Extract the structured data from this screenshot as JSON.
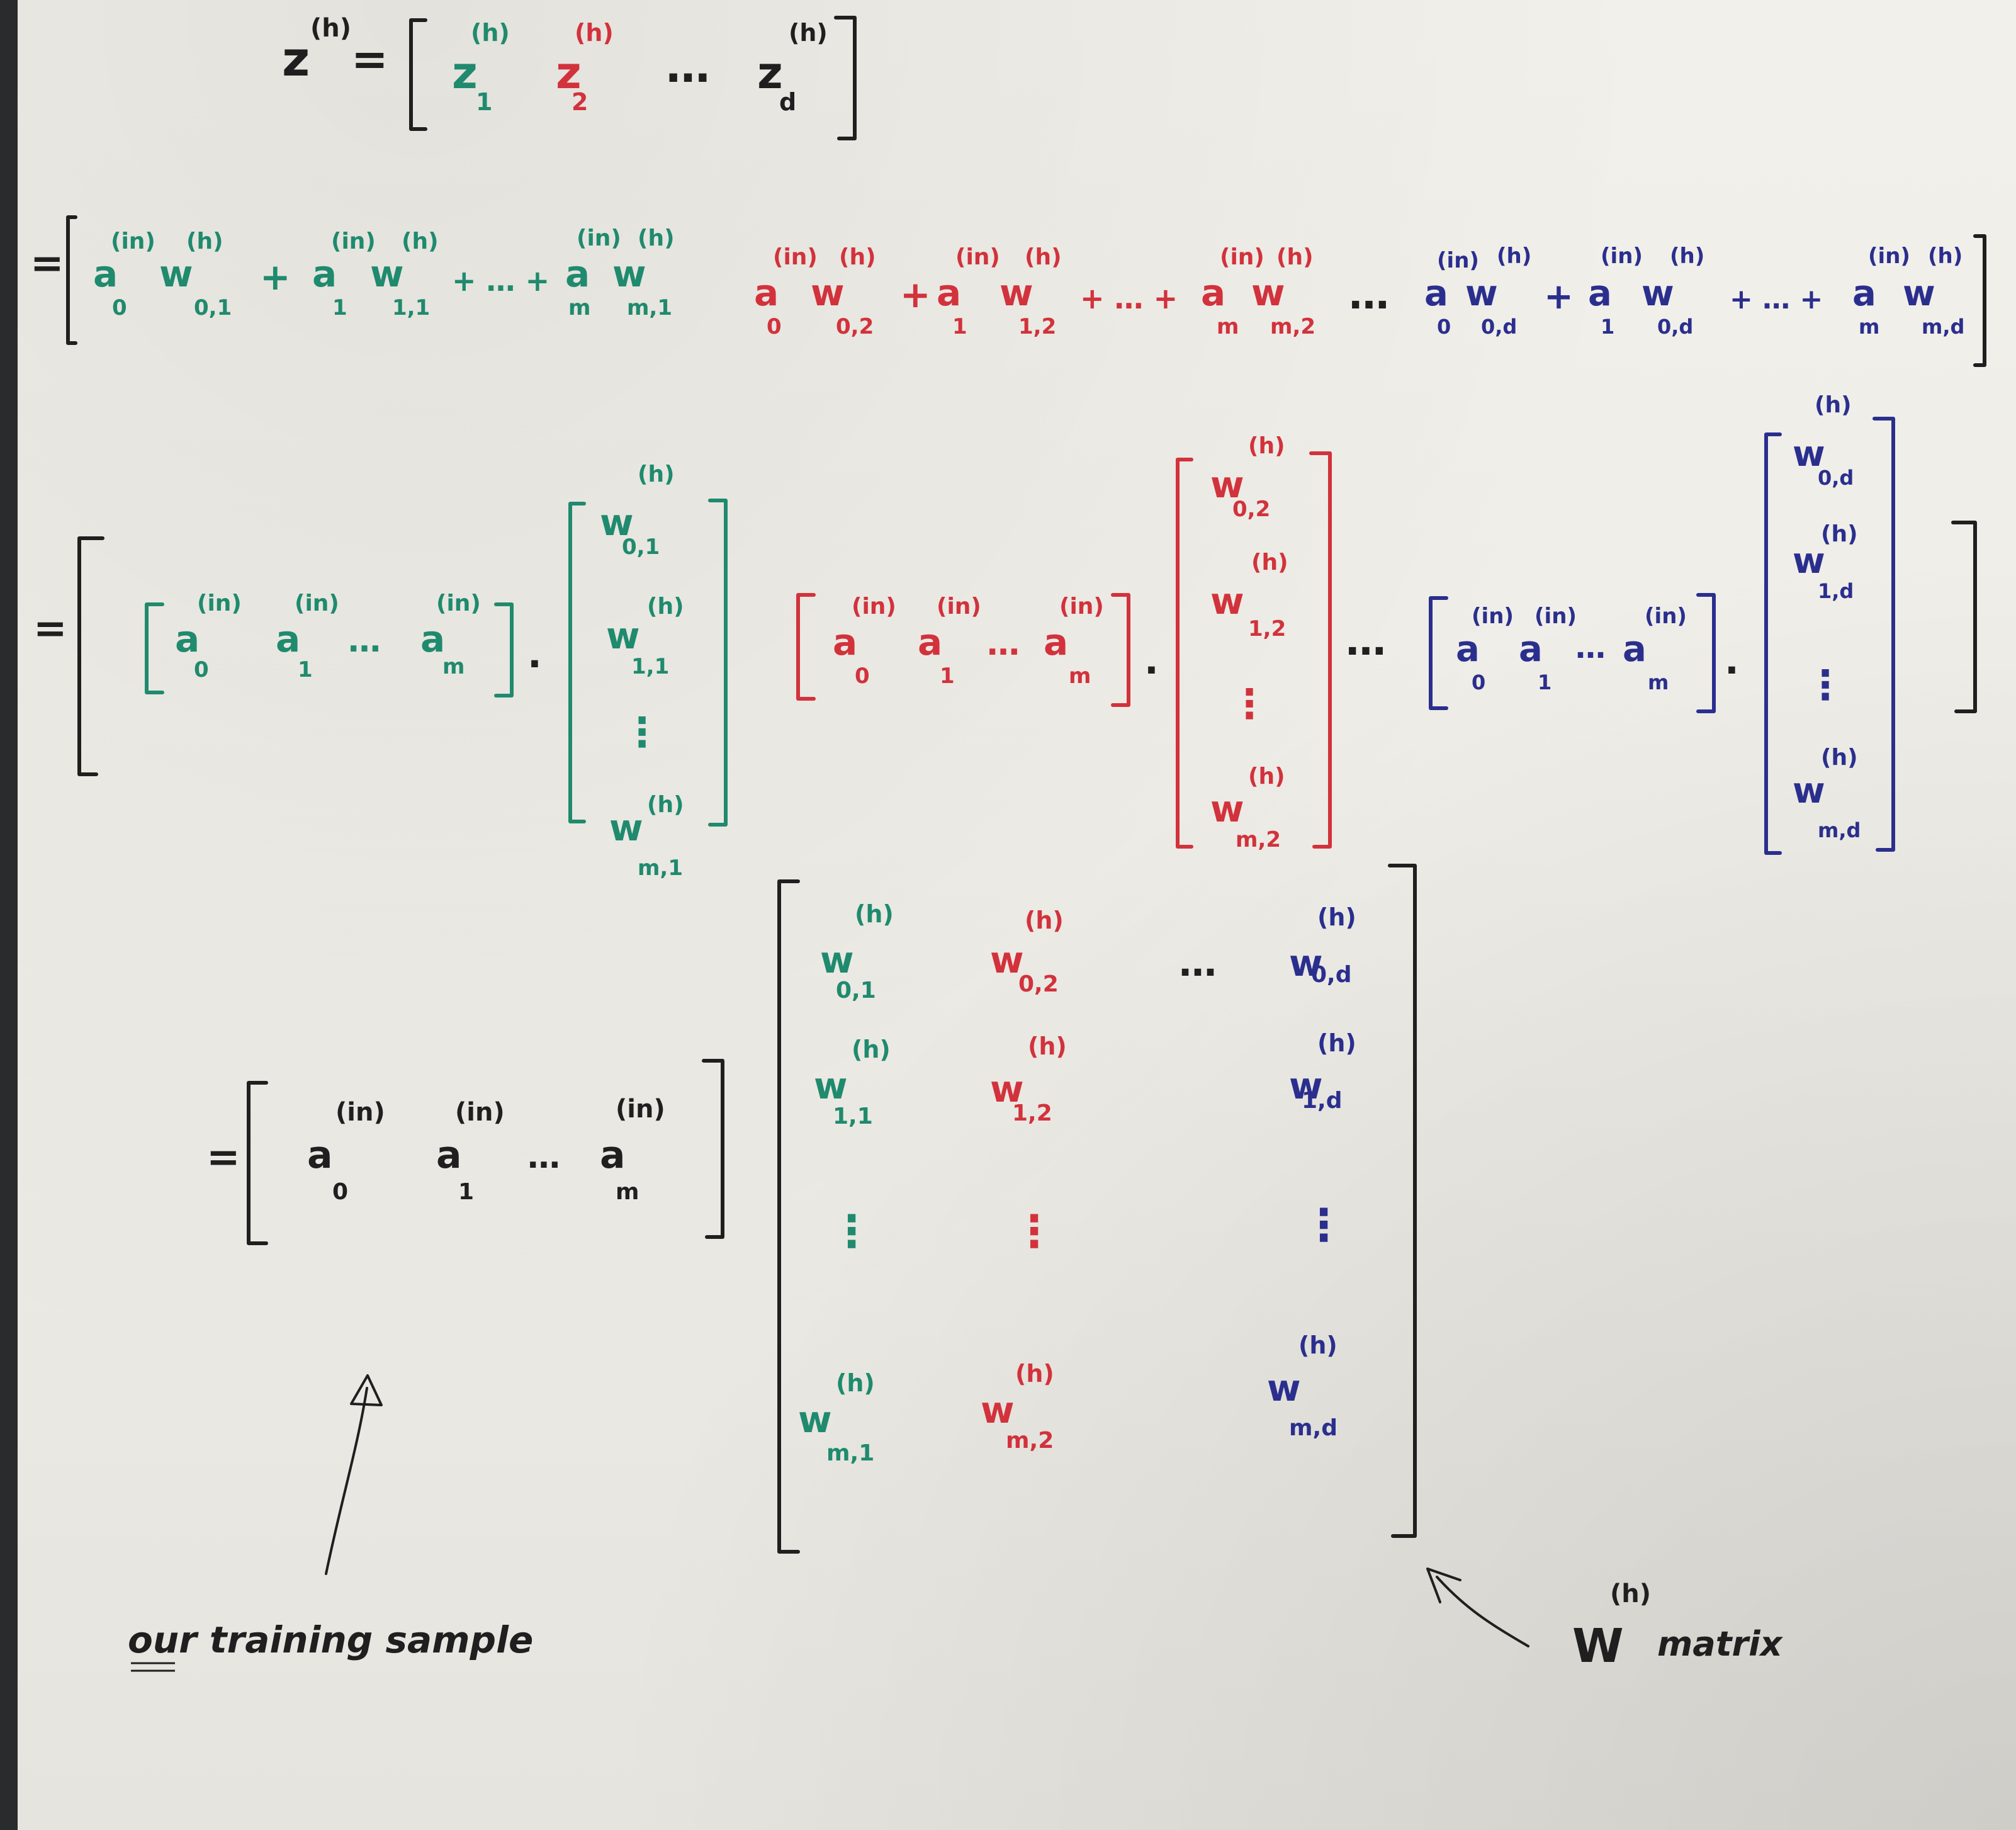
{
  "colors": {
    "ink_black": "#1f1f1f",
    "ink_green": "#1f8a6e",
    "ink_red": "#d2323c",
    "ink_blue": "#2a2f8e",
    "paper": "#f0eee8",
    "background": "#2a2b2d"
  },
  "labels": {
    "equals": "=",
    "plus": "+",
    "dots": "…",
    "ellipsis_plus": "+ … +",
    "dot": "·",
    "vdots": "⋮",
    "sup_h": "(h)",
    "sup_in": "(in)",
    "z": "z",
    "a": "a",
    "w": "w",
    "W": "W",
    "sub_1": "1",
    "sub_2": "2",
    "sub_d": "d",
    "sub_0": "0",
    "sub_m": "m",
    "sub_01": "0,1",
    "sub_02": "0,2",
    "sub_0d": "0,d",
    "sub_11": "1,1",
    "sub_12": "1,2",
    "sub_1d": "1,d",
    "sub_m1": "m,1",
    "sub_m2": "m,2",
    "sub_md": "m,d",
    "annotation_sample": "our training sample",
    "annotation_matrix": "matrix"
  }
}
